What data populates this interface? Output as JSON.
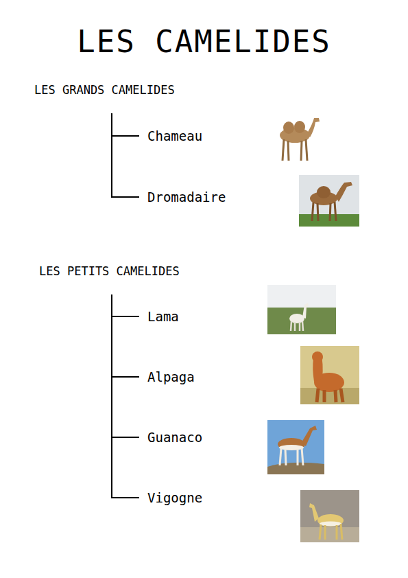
{
  "diagram": {
    "title": "LES  CAMELIDES",
    "nodes": [
      {
        "text": [
          "LES GRANDS CAMELIDES"
        ]
      },
      {
        "text": [
          "Chameau"
        ]
      },
      {
        "text": [
          "Dromadaire"
        ]
      },
      {
        "text": [
          "LES PETITS CAMELIDES"
        ]
      },
      {
        "text": [
          "Lama"
        ]
      },
      {
        "text": [
          "Alpaga"
        ]
      },
      {
        "text": [
          "Guanaco"
        ]
      },
      {
        "text": [
          "Vigogne"
        ]
      }
    ],
    "edges": [
      {
        "from": 0,
        "to": 1,
        "arrow": "none"
      },
      {
        "from": 0,
        "to": 2,
        "arrow": "none"
      },
      {
        "from": 3,
        "to": 4,
        "arrow": "none"
      },
      {
        "from": 3,
        "to": 5,
        "arrow": "none"
      },
      {
        "from": 3,
        "to": 6,
        "arrow": "none"
      },
      {
        "from": 3,
        "to": 7,
        "arrow": "none"
      }
    ]
  }
}
